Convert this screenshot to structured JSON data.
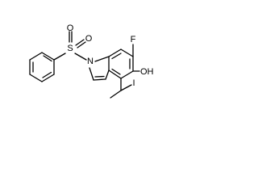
{
  "molecule": {
    "atoms": {
      "sulfur": "S",
      "oxygen_top": "O",
      "oxygen_right": "O",
      "nitrogen": "N",
      "fluorine": "F",
      "hydroxyl": "OH",
      "iodine": "I"
    }
  }
}
